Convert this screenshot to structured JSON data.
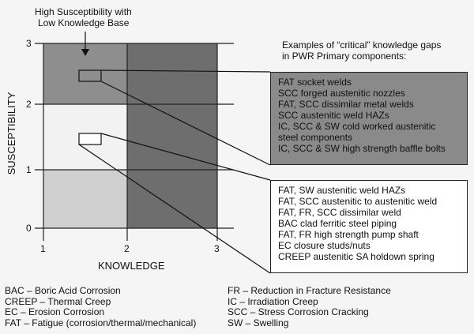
{
  "colors": {
    "background": "#f5f5f5",
    "cell_low_low": "#d0d0d0",
    "cell_mid_low": "#f2f2f2",
    "cell_high_low": "#8e8e8e",
    "cell_low_high": "#6e6e6e",
    "cell_mid_high": "#6e6e6e",
    "cell_high_high": "#6e6e6e",
    "panel_top": "#8a8a8a",
    "panel_bottom": "#ffffff"
  },
  "annotation": {
    "line1": "High Susceptibility with",
    "line2": "Low Knowledge Base"
  },
  "axes": {
    "y_label": "SUSCEPTIBILITY",
    "x_label": "KNOWLEDGE",
    "y_ticks": [
      "0",
      "1",
      "2",
      "3"
    ],
    "x_ticks": [
      "1",
      "2",
      "3"
    ]
  },
  "examples_title": {
    "line1": "Examples of “critical” knowledge gaps",
    "line2": "in PWR Primary components:"
  },
  "panel_top": {
    "lines": [
      "FAT socket welds",
      "SCC forged austenitic nozzles",
      "FAT, SCC dissimilar metal welds",
      "SCC austenitic weld HAZs",
      "IC, SCC & SW cold worked austenitic",
      "steel components",
      "IC, SCC & SW high strength baffle bolts"
    ]
  },
  "panel_bottom": {
    "lines": [
      "FAT, SW austenitic weld HAZs",
      "FAT, SCC austenitic to austenitic weld",
      "FAT, FR, SCC dissimilar weld",
      "BAC clad ferritic steel piping",
      "FAT, FR  high strength pump shaft",
      "EC closure studs/nuts",
      "CREEP austenitic SA holdown spring"
    ]
  },
  "legend_left": [
    "BAC – Boric Acid Corrosion",
    "CREEP – Thermal Creep",
    "EC – Erosion Corrosion",
    "FAT – Fatigue (corrosion/thermal/mechanical)"
  ],
  "legend_right": [
    "FR – Reduction in Fracture Resistance",
    "IC – Irradiation Creep",
    "SCC – Stress Corrosion Cracking",
    "SW – Swelling"
  ]
}
